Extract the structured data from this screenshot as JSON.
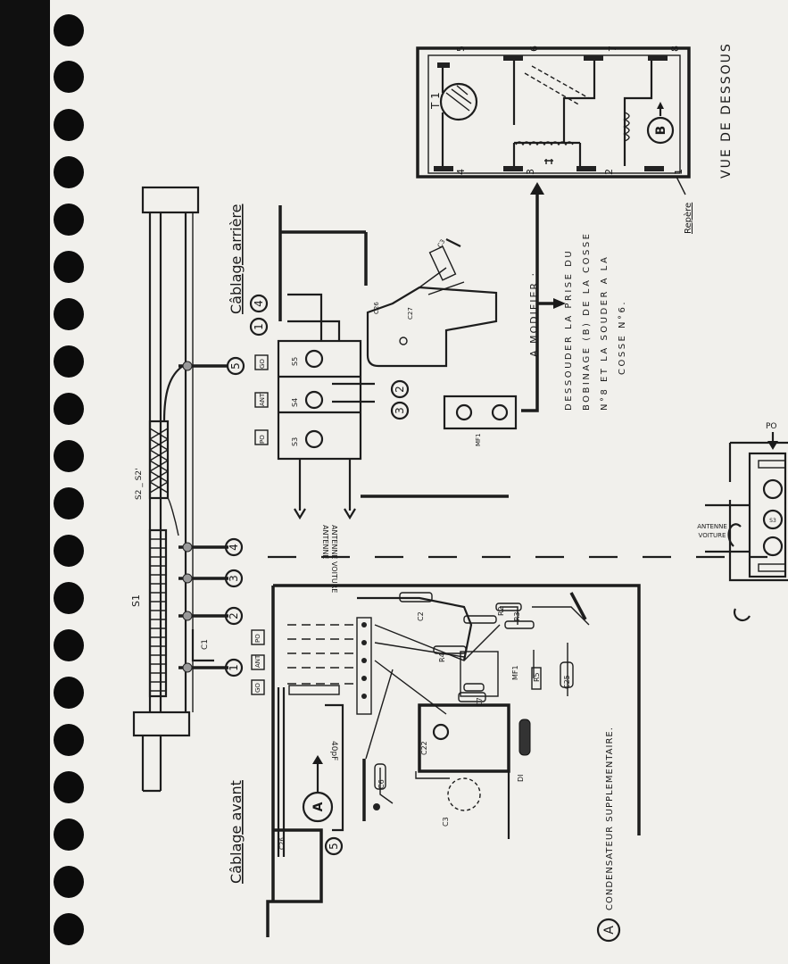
{
  "title_rear": "Câblage arrière",
  "title_front": "Câblage avant",
  "bottom_view": "VUE DE DESSOUS",
  "repere": "Repère",
  "modify": {
    "heading": "A MODIFIER :",
    "line1": "DESSOUDER LA PRISE DU",
    "line2": "BOBINAGE (B) DE LA COSSE",
    "line3": "N°8 ET LA SOUDER A LA",
    "line4": "COSSE N°6."
  },
  "note_a_marker": "A",
  "note_a_text": "CONDENSATEUR SUPPLEMENTAIRE.",
  "antenne_voiture": "ANTENNE VOITURE",
  "antenne_right_1": "ANTENNE",
  "antenne_right_2": "VOITURE",
  "po_arrow_label": "PO",
  "socket_numbers": [
    "5",
    "6",
    "7",
    "8",
    "4",
    "3",
    "2",
    "1"
  ],
  "t1_label": "T 1",
  "b_label": "B",
  "labels": {
    "go": "GO",
    "ant": "ANT",
    "po": "PO",
    "s5": "S5",
    "s4": "S4",
    "s3": "S3",
    "s3_right": "S3",
    "mf1": "MF1",
    "s1": "S1",
    "s2s2": "S2 _ S2'",
    "c1": "C1",
    "c2": "C2",
    "c3_top": "C3",
    "c3_bottom": "C3",
    "c6": "C6",
    "c7": "C7",
    "c22": "C22",
    "c25": "C25",
    "c26_top": "C26",
    "c26_bottom": "C26",
    "c27": "C27",
    "r2": "R2",
    "r3": "R3",
    "r4": "R4",
    "r5": "R5",
    "di": "DI",
    "cap_value": "40pF"
  },
  "circles_rear": [
    "1",
    "4",
    "5",
    "2",
    "3"
  ],
  "circles_front": [
    "4",
    "3",
    "2",
    "1",
    "5"
  ]
}
